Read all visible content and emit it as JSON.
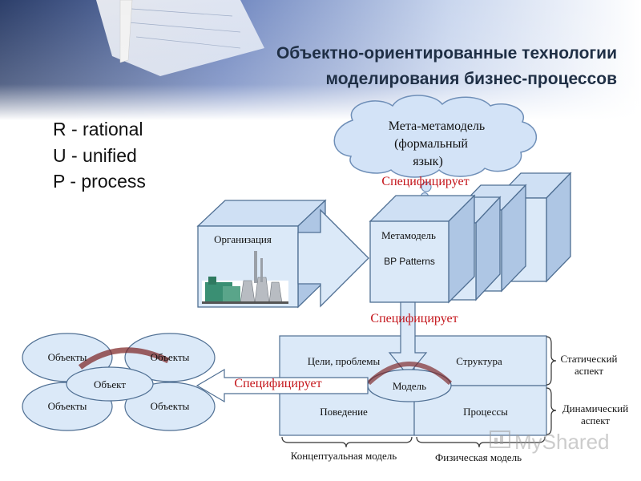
{
  "title": {
    "line1": "Объектно-ориентированные технологии",
    "line2": "моделирования бизнес-процессов"
  },
  "rup": {
    "r": "R - rational",
    "u": "U - unified",
    "p": "P - process"
  },
  "cloud": {
    "line1": "Мета-метамодель",
    "line2": "(формальный",
    "line3": "язык)"
  },
  "specifies": {
    "top": "Специфицирует",
    "middle": "Специфицирует",
    "left": "Специфицирует"
  },
  "organization": "Организация",
  "metamodel": {
    "label": "Метамодель",
    "patterns": "BP Patterns"
  },
  "model": {
    "center": "Модель",
    "goals": "Цели, проблемы",
    "structure": "Структура",
    "behavior": "Поведение",
    "processes": "Процессы",
    "static": [
      "Статический",
      "аспект"
    ],
    "dynamic": [
      "Динамический",
      "аспект"
    ],
    "conceptual": "Концептуальная модель",
    "physical": "Физическая модель"
  },
  "objects": {
    "center": "Объект",
    "petals": [
      "Объекты",
      "Объекты",
      "Объекты",
      "Объекты"
    ]
  },
  "watermark": "MyShared",
  "colors": {
    "title": "#1f2f45",
    "box_fill": "#dbe9f8",
    "box_stroke": "#4f6f93",
    "red_text": "#c4141a",
    "banner_blue": "#7d96c8"
  }
}
